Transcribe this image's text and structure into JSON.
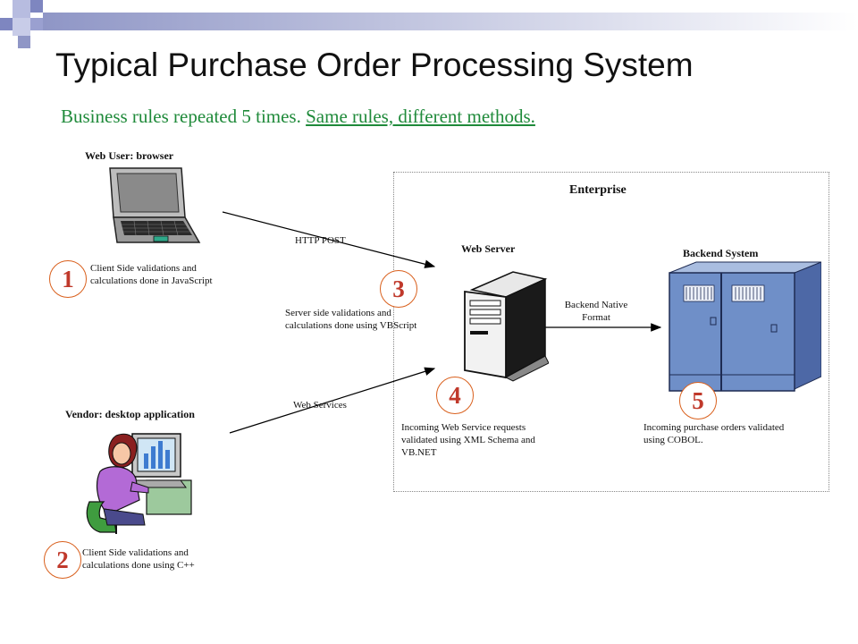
{
  "title": "Typical Purchase Order Processing System",
  "subtitle": {
    "part1": "Business rules repeated 5 times. ",
    "part2": "Same rules, different methods."
  },
  "nodes": {
    "web_user": "Web User: browser",
    "vendor": "Vendor: desktop application",
    "enterprise": "Enterprise",
    "web_server": "Web Server",
    "backend": "Backend System"
  },
  "connections": {
    "http_post": "HTTP POST",
    "web_services": "Web Services",
    "backend_native_1": "Backend Native",
    "backend_native_2": "Format"
  },
  "steps": [
    {
      "num": "1",
      "line1": "Client Side validations and",
      "line2": "calculations done in JavaScript",
      "line3": ""
    },
    {
      "num": "2",
      "line1": "Client Side validations and",
      "line2": "calculations done using C++",
      "line3": ""
    },
    {
      "num": "3",
      "line1": "Server side validations and",
      "line2": "calculations done using VBScript",
      "line3": ""
    },
    {
      "num": "4",
      "line1": "Incoming Web Service requests",
      "line2": "validated using XML Schema and",
      "line3": "VB.NET"
    },
    {
      "num": "5",
      "line1": "Incoming purchase orders validated",
      "line2": "using COBOL.",
      "line3": ""
    }
  ],
  "colors": {
    "title": "#111111",
    "subtitle": "#1f8a3a",
    "number": "#c0392b",
    "circle_border": "#d9601d",
    "mainframe": "#6f8fc8"
  }
}
